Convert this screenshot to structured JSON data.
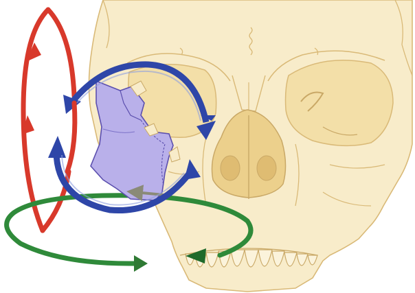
{
  "figure": {
    "subject": "skull-anterior-view",
    "highlighted_bone": "zygoma",
    "rotation_axes": [
      {
        "name": "vertical-axis-rotation",
        "color": "#d8392b"
      },
      {
        "name": "coronal-plane-rotation",
        "color": "#2e46a8"
      },
      {
        "name": "horizontal-plane-rotation",
        "color": "#2f8a3a"
      }
    ],
    "colors": {
      "bone": "#f7e9c4",
      "bone_outline": "#d9b977",
      "zygoma_fill": "#b9b0ea",
      "zygoma_outline": "#5b4fae",
      "translation_arrow": "#8a8a78"
    }
  }
}
